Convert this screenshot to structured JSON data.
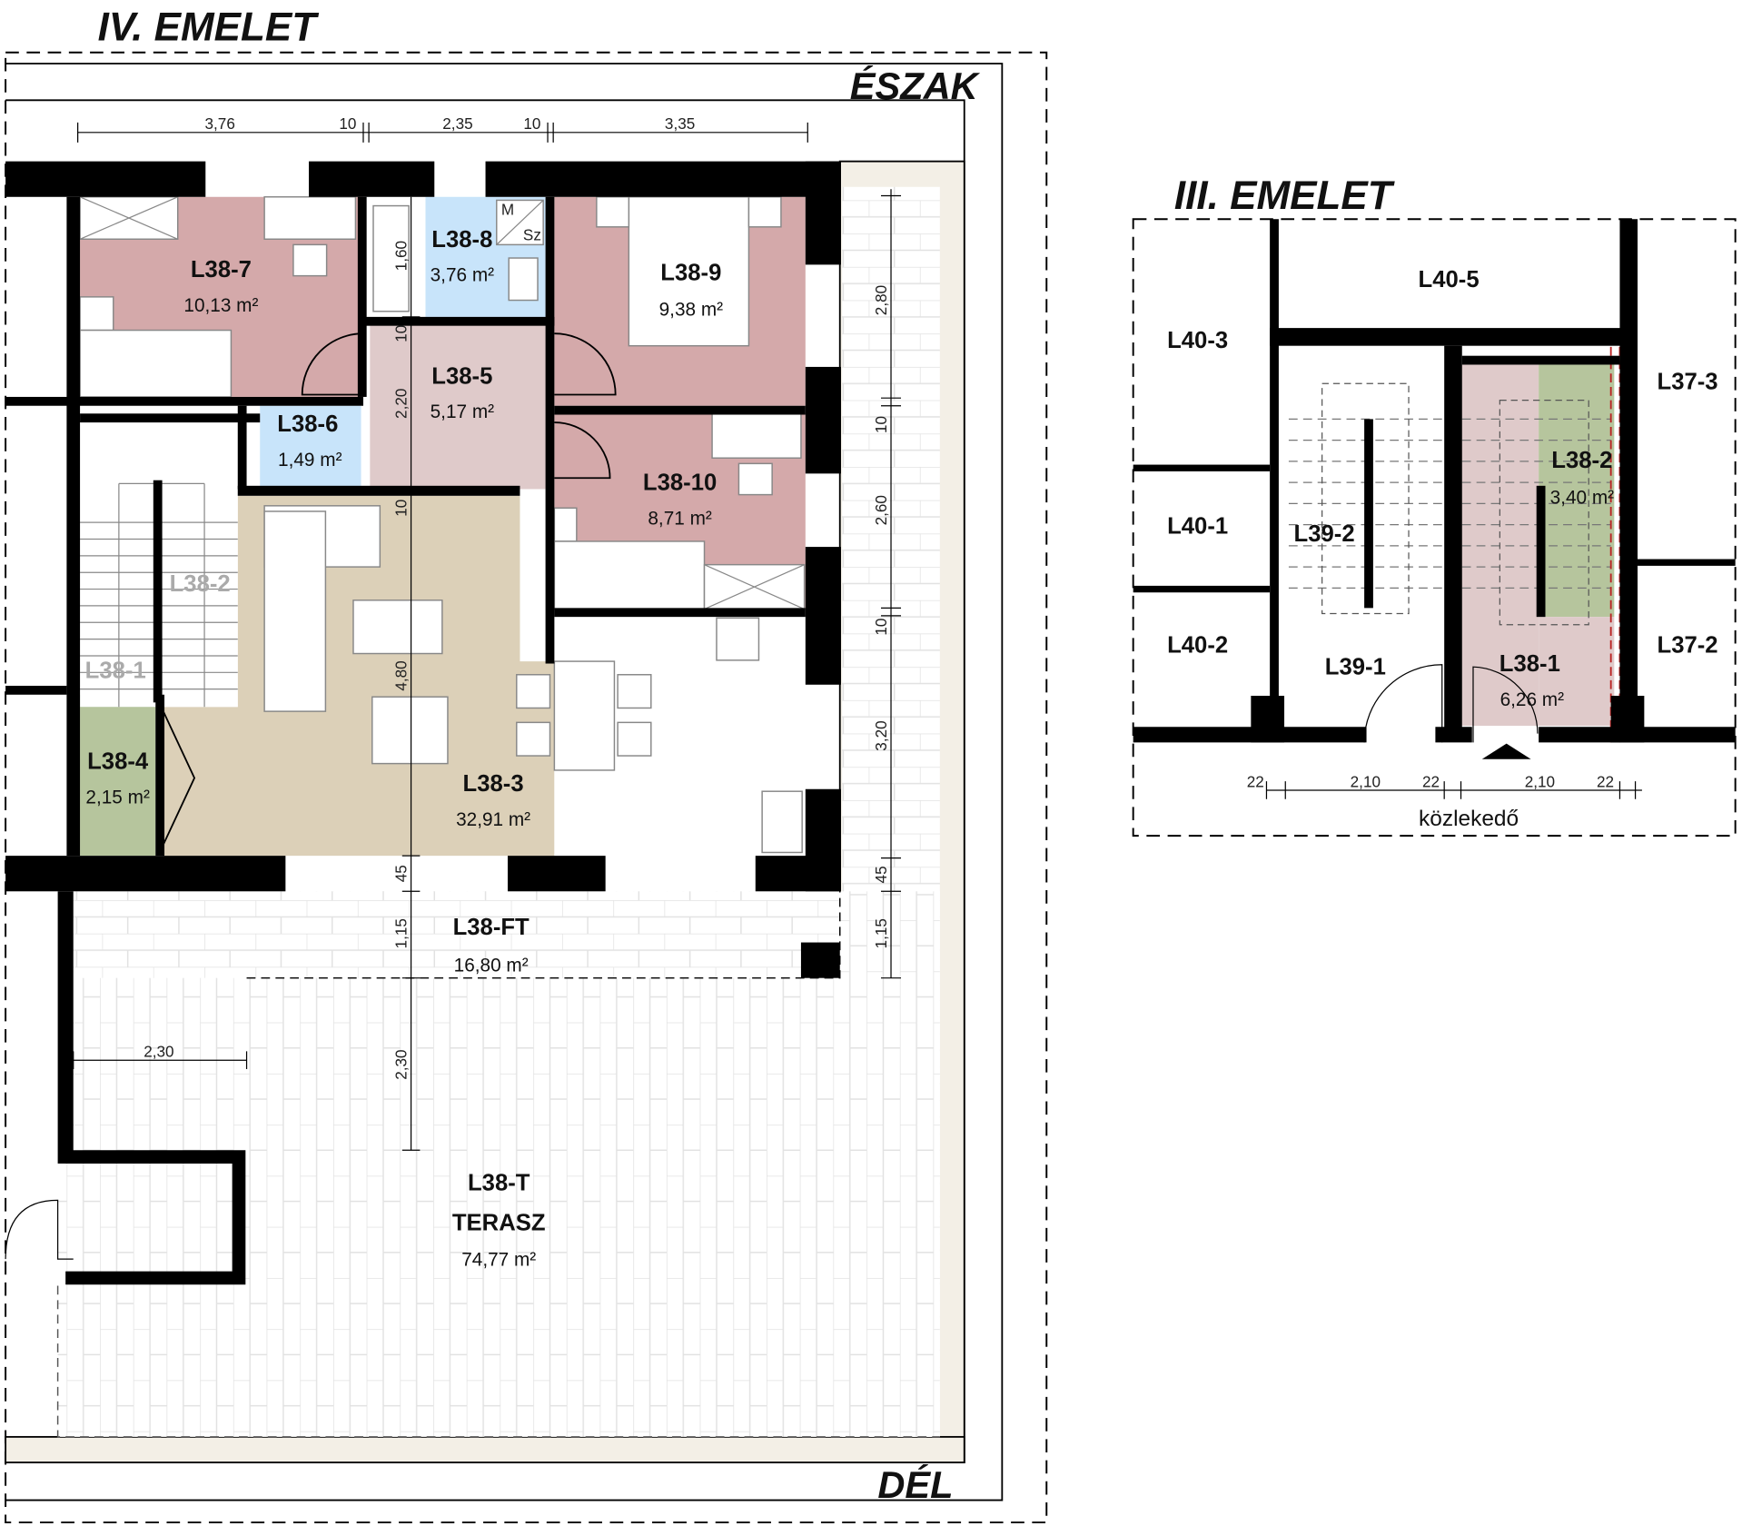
{
  "floor4": {
    "title": "IV. EMELET",
    "north": "ÉSZAK",
    "south": "DÉL",
    "rooms": [
      {
        "id": "L38-7",
        "area": "10,13 m²"
      },
      {
        "id": "L38-8",
        "area": "3,76 m²"
      },
      {
        "id": "L38-9",
        "area": "9,38 m²"
      },
      {
        "id": "L38-5",
        "area": "5,17 m²"
      },
      {
        "id": "L38-6",
        "area": "1,49 m²"
      },
      {
        "id": "L38-10",
        "area": "8,71 m²"
      },
      {
        "id": "L38-3",
        "area": "32,91 m²"
      },
      {
        "id": "L38-4",
        "area": "2,15 m²"
      },
      {
        "id": "L38-FT",
        "area": "16,80 m²"
      },
      {
        "id": "L38-T",
        "sub": "TERASZ",
        "area": "74,77 m²"
      }
    ],
    "stair_labels": [
      "L38-2",
      "L38-1"
    ],
    "bath_marks": [
      "M",
      "Sz"
    ],
    "dims_top": [
      "3,76",
      "10",
      "2,35",
      "10",
      "3,35"
    ],
    "dims_right": [
      "2,80",
      "10",
      "2,60",
      "10",
      "3,20",
      "45",
      "1,15"
    ],
    "dims_inner": [
      "1,60",
      "10",
      "2,20",
      "10",
      "4,80",
      "45",
      "1,15",
      "2,30"
    ],
    "dim_terrace_width": "2,30"
  },
  "floor3": {
    "title": "III. EMELET",
    "rooms": [
      {
        "id": "L40-5"
      },
      {
        "id": "L40-3"
      },
      {
        "id": "L40-1"
      },
      {
        "id": "L40-2"
      },
      {
        "id": "L39-2"
      },
      {
        "id": "L39-1"
      },
      {
        "id": "L38-2",
        "area": "3,40 m²"
      },
      {
        "id": "L38-1",
        "area": "6,26 m²"
      },
      {
        "id": "L37-3"
      },
      {
        "id": "L37-2"
      }
    ],
    "dims": [
      "22",
      "2,10",
      "22",
      "2,10",
      "22"
    ],
    "corridor": "közlekedő"
  },
  "colors": {
    "bedroom": "#d4a9aa",
    "bath": "#c8e4fa",
    "hall": "#dfcaca",
    "living": "#dcd0b8",
    "storage": "#b6c59d",
    "terrace_border": "#f3efe6"
  }
}
